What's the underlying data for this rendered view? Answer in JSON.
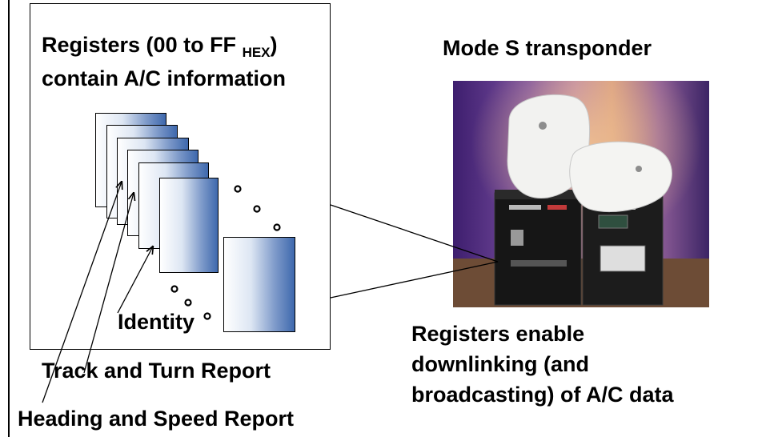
{
  "registers_title": {
    "line1_prefix": "Registers (00 to FF ",
    "line1_sub": "HEX",
    "line1_suffix": ")",
    "line2": "contain A/C information"
  },
  "transponder_title": "Mode S transponder",
  "registers_enable": {
    "line1": "Registers enable",
    "line2": "downlinking (and",
    "line3": "broadcasting) of A/C data"
  },
  "labels": {
    "identity": "Identity",
    "track_turn": "Track and Turn Report",
    "heading_speed": "Heading and Speed Report"
  },
  "colors": {
    "register_gradient_end": "#3e68ad",
    "photo_background": "#7a4fa0"
  }
}
